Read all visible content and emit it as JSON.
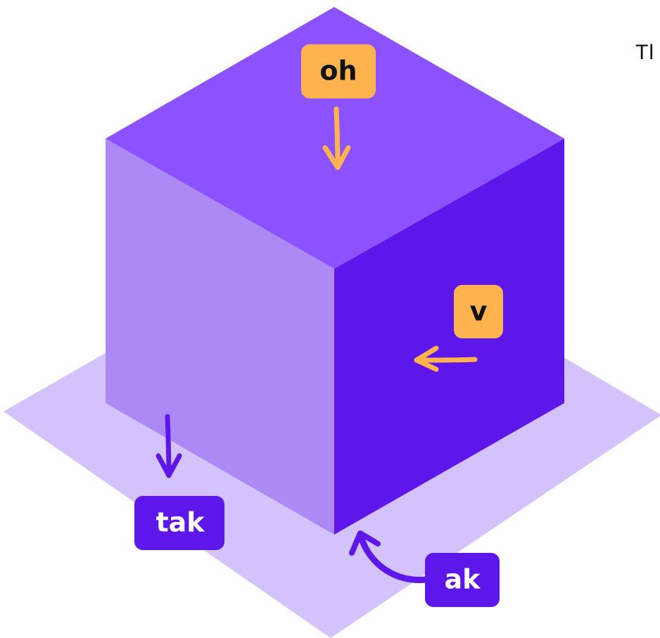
{
  "colors": {
    "floor": "#d3c2fb",
    "cube_top": "#8c52ff",
    "cube_left": "#ac89f5",
    "cube_right": "#5e17eb",
    "badge_orange": "#ffb34f",
    "badge_purple": "#5e17eb",
    "text_dark": "#111111",
    "text_light": "#ffffff",
    "arrow_orange": "#ffb34f",
    "arrow_purple": "#5e17eb"
  },
  "labels": {
    "top": "oh",
    "right": "v",
    "bottom_left": "tak",
    "bottom_right": "ak"
  },
  "corner_text": "Tl"
}
